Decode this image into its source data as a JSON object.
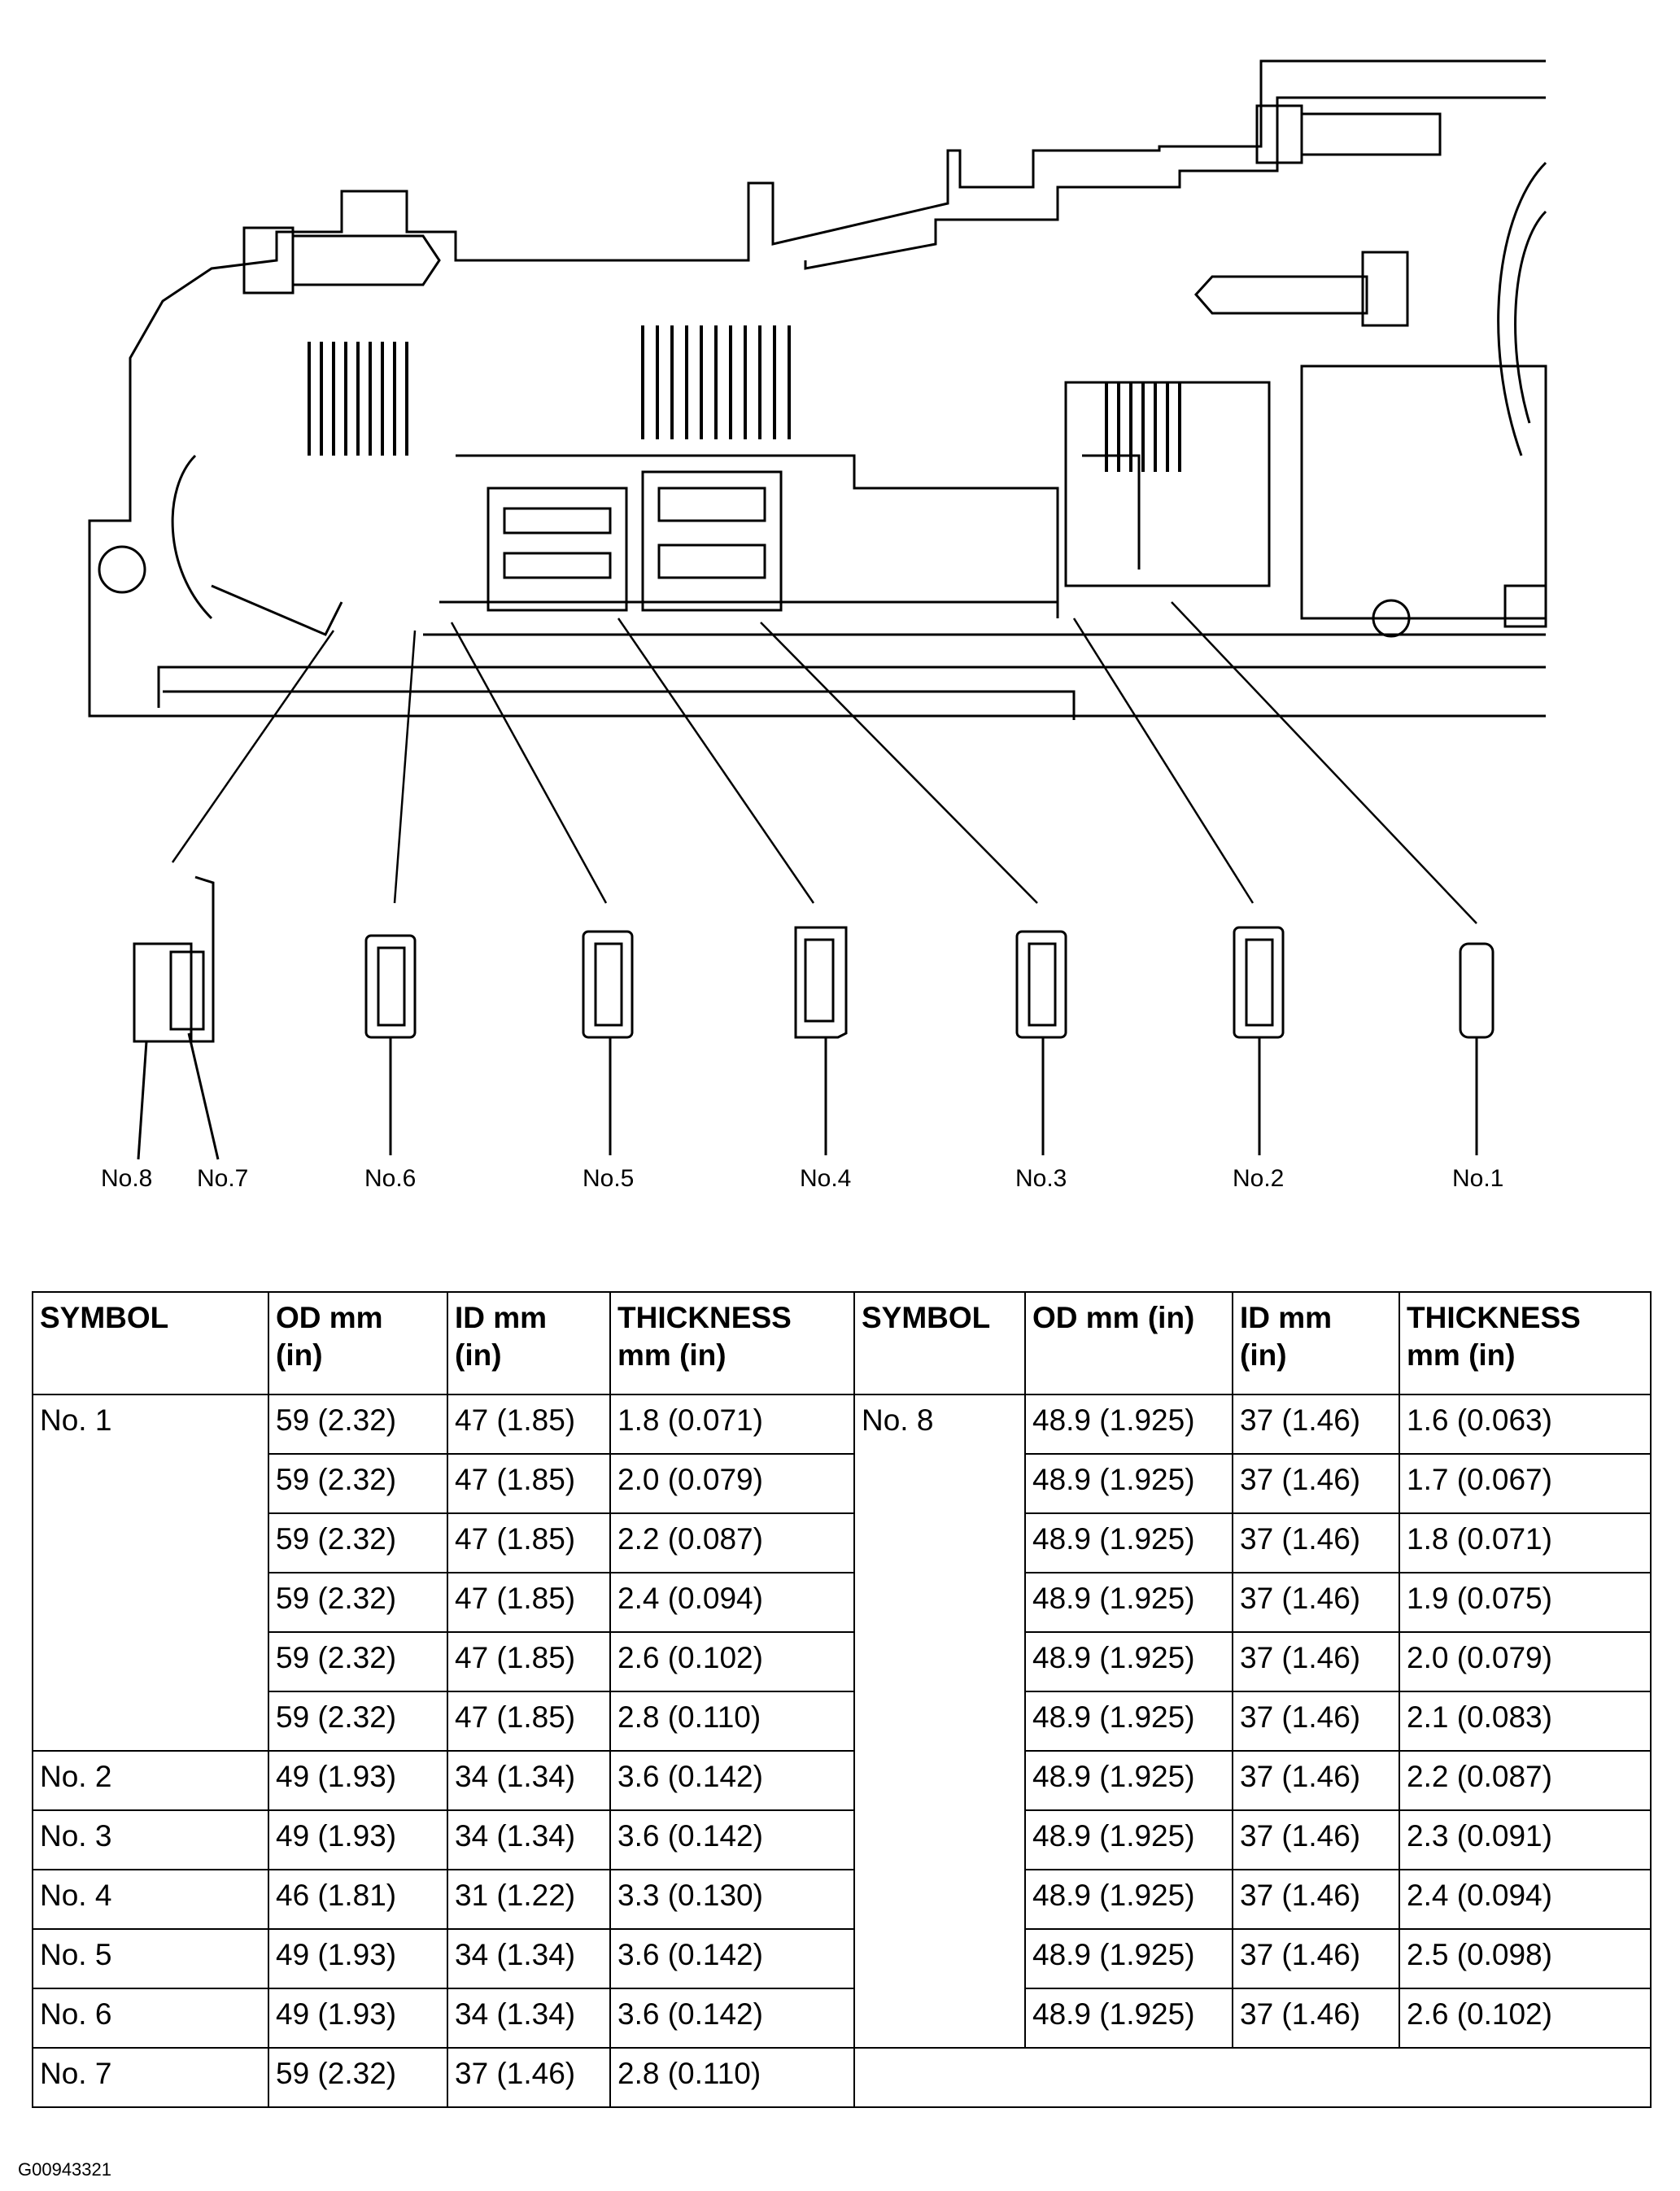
{
  "diagram": {
    "callouts": [
      "No.8",
      "No.7",
      "No.6",
      "No.5",
      "No.4",
      "No.3",
      "No.2",
      "No.1"
    ]
  },
  "table": {
    "headers": [
      "SYMBOL",
      "OD mm (in)",
      "ID mm (in)",
      "THICKNESS mm (in)",
      "SYMBOL",
      "OD mm (in)",
      "ID mm (in)",
      "THICKNESS mm (in)"
    ],
    "header_lines": [
      [
        "SYMBOL",
        ""
      ],
      [
        "OD mm",
        "(in)"
      ],
      [
        "ID mm",
        "(in)"
      ],
      [
        "THICKNESS",
        "mm (in)"
      ],
      [
        "SYMBOL",
        ""
      ],
      [
        "OD mm (in)",
        ""
      ],
      [
        "ID mm",
        "(in)"
      ],
      [
        "THICKNESS",
        "mm (in)"
      ]
    ],
    "left_rows": [
      {
        "symbol": "No. 1",
        "od": "59 (2.32)",
        "id": "47 (1.85)",
        "thickness": "1.8 (0.071)"
      },
      {
        "symbol": "",
        "od": "59 (2.32)",
        "id": "47 (1.85)",
        "thickness": "2.0 (0.079)"
      },
      {
        "symbol": "",
        "od": "59 (2.32)",
        "id": "47 (1.85)",
        "thickness": "2.2 (0.087)"
      },
      {
        "symbol": "",
        "od": "59 (2.32)",
        "id": "47 (1.85)",
        "thickness": "2.4 (0.094)"
      },
      {
        "symbol": "",
        "od": "59 (2.32)",
        "id": "47 (1.85)",
        "thickness": "2.6 (0.102)"
      },
      {
        "symbol": "",
        "od": "59 (2.32)",
        "id": "47 (1.85)",
        "thickness": "2.8 (0.110)"
      },
      {
        "symbol": "No. 2",
        "od": "49 (1.93)",
        "id": "34 (1.34)",
        "thickness": "3.6 (0.142)"
      },
      {
        "symbol": "No. 3",
        "od": "49 (1.93)",
        "id": "34 (1.34)",
        "thickness": "3.6 (0.142)"
      },
      {
        "symbol": "No. 4",
        "od": "46 (1.81)",
        "id": "31 (1.22)",
        "thickness": "3.3 (0.130)"
      },
      {
        "symbol": "No. 5",
        "od": "49 (1.93)",
        "id": "34 (1.34)",
        "thickness": "3.6 (0.142)"
      },
      {
        "symbol": "No. 6",
        "od": "49 (1.93)",
        "id": "34 (1.34)",
        "thickness": "3.6 (0.142)"
      },
      {
        "symbol": "No. 7",
        "od": "59 (2.32)",
        "id": "37 (1.46)",
        "thickness": "2.8 (0.110)"
      }
    ],
    "right_rows": [
      {
        "symbol": "No. 8",
        "od": "48.9 (1.925)",
        "id": "37 (1.46)",
        "thickness": "1.6 (0.063)"
      },
      {
        "symbol": "",
        "od": "48.9 (1.925)",
        "id": "37 (1.46)",
        "thickness": "1.7 (0.067)"
      },
      {
        "symbol": "",
        "od": "48.9 (1.925)",
        "id": "37 (1.46)",
        "thickness": "1.8 (0.071)"
      },
      {
        "symbol": "",
        "od": "48.9 (1.925)",
        "id": "37 (1.46)",
        "thickness": "1.9 (0.075)"
      },
      {
        "symbol": "",
        "od": "48.9 (1.925)",
        "id": "37 (1.46)",
        "thickness": "2.0 (0.079)"
      },
      {
        "symbol": "",
        "od": "48.9 (1.925)",
        "id": "37 (1.46)",
        "thickness": "2.1 (0.083)"
      },
      {
        "symbol": "",
        "od": "48.9 (1.925)",
        "id": "37 (1.46)",
        "thickness": "2.2 (0.087)"
      },
      {
        "symbol": "",
        "od": "48.9 (1.925)",
        "id": "37 (1.46)",
        "thickness": "2.3 (0.091)"
      },
      {
        "symbol": "",
        "od": "48.9 (1.925)",
        "id": "37 (1.46)",
        "thickness": "2.4 (0.094)"
      },
      {
        "symbol": "",
        "od": "48.9 (1.925)",
        "id": "37 (1.46)",
        "thickness": "2.5 (0.098)"
      },
      {
        "symbol": "",
        "od": "48.9 (1.925)",
        "id": "37 (1.46)",
        "thickness": "2.6 (0.102)"
      }
    ]
  },
  "figure_id": "G00943321"
}
